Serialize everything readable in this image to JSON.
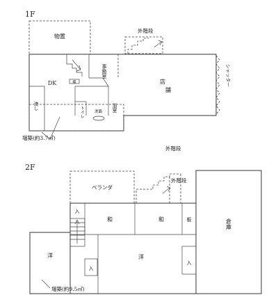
{
  "floor1": {
    "label": "1F",
    "rooms": {
      "storage": "物置",
      "outer_stairs": "外階段",
      "office": "事務室",
      "shop_a": "店",
      "shop_b": "舗",
      "shutter": "シャッター",
      "dk": "DK",
      "stove_mark": "暖",
      "sink": "流し",
      "toilet": "トイレ",
      "washroom": "洗面",
      "bath": "浴室"
    },
    "extension_note": "増築(約3.7㎡)"
  },
  "outer_stairs_mid": "外階段",
  "floor2": {
    "label": "2F",
    "rooms": {
      "veranda": "ベランダ",
      "outer_stairs": "外階段",
      "closet_top": "入",
      "wa_left": "和",
      "wa_right": "和",
      "board": "板",
      "warehouse": "倉庫",
      "western_left": "洋",
      "western_center": "洋",
      "closet_left": "入",
      "closet_right": "入"
    },
    "extension_note": "増築(約9.5㎡)"
  }
}
